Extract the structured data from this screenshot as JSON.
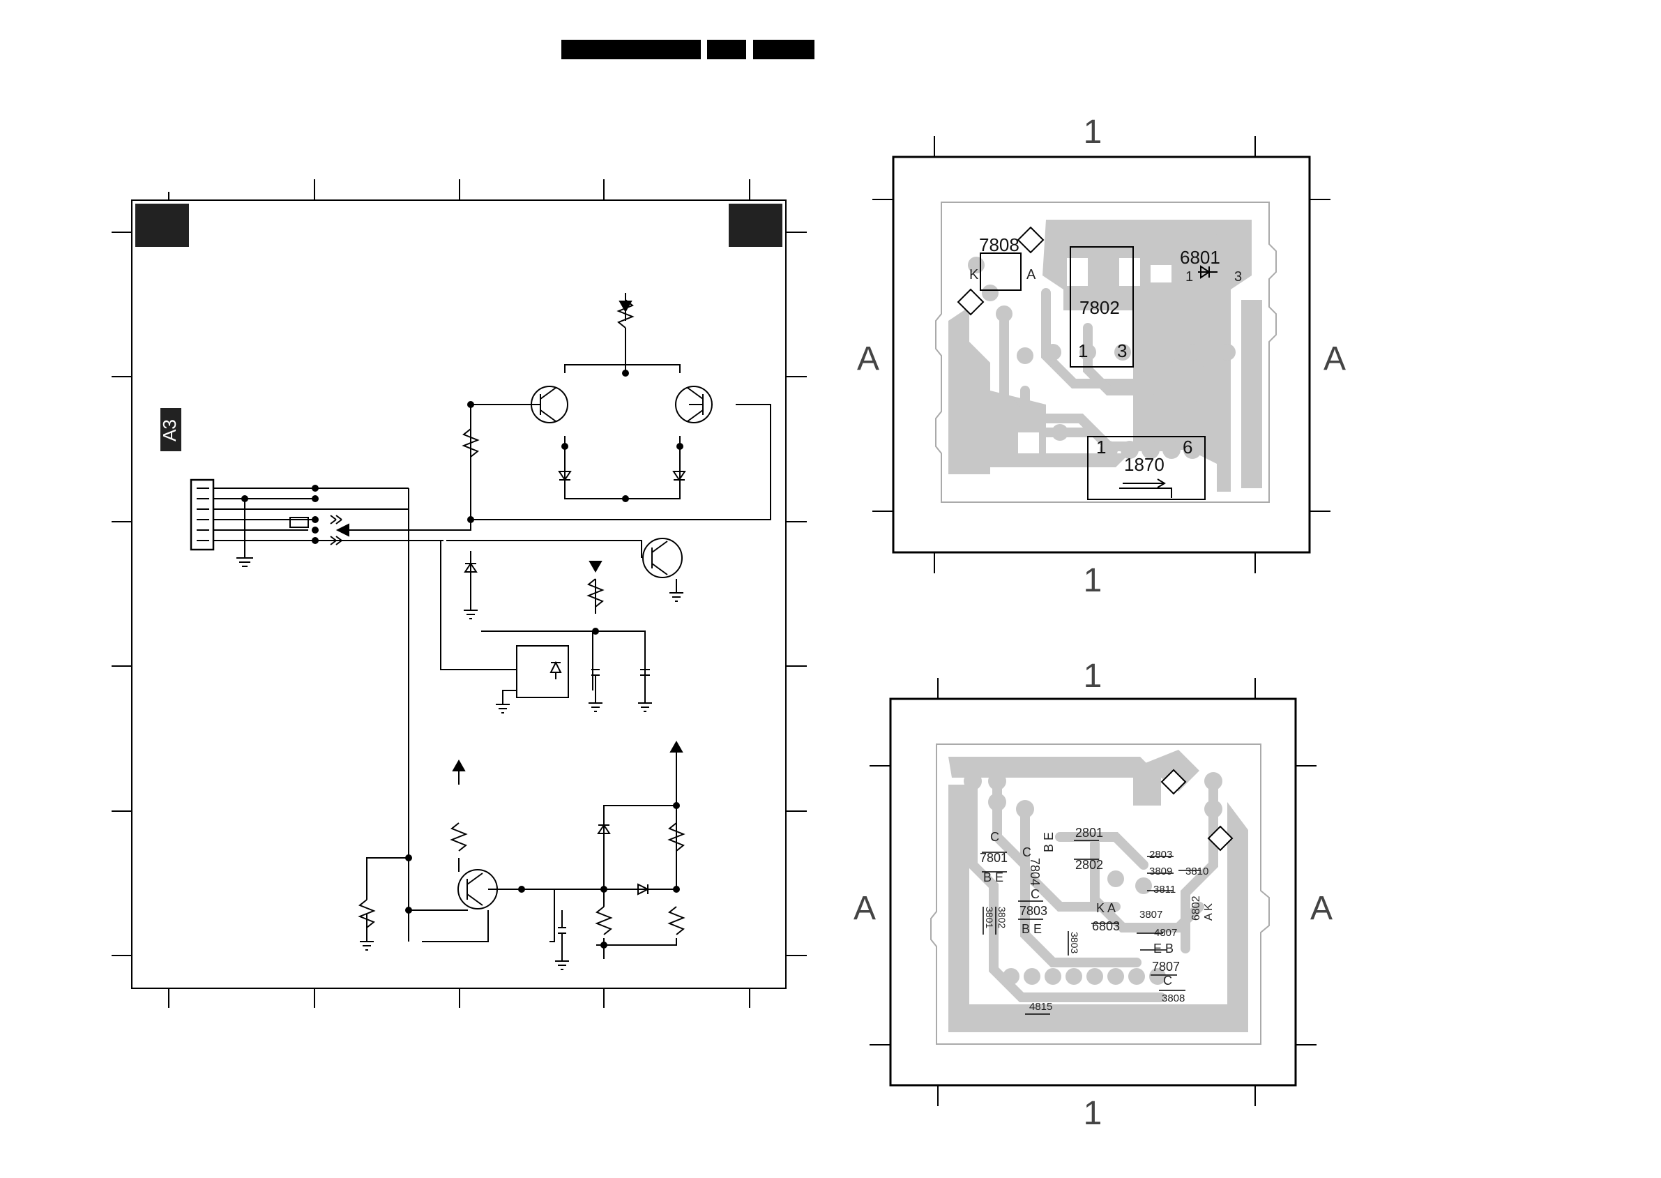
{
  "sheet_block_label": "A3",
  "figure_side": {
    "top": "1",
    "bottom": "1",
    "left": "A",
    "right": "A"
  },
  "top_layout": {
    "components": [
      {
        "ref": "7808",
        "pins": [
          "K",
          "A"
        ]
      },
      {
        "ref": "7802",
        "pins": [
          "1",
          "3"
        ]
      },
      {
        "ref": "6801",
        "pins": [
          "1",
          "3"
        ]
      },
      {
        "ref": "1870",
        "pins": [
          "1",
          "6"
        ]
      }
    ]
  },
  "bottom_layout": {
    "labels": {
      "t7801": "7801",
      "t7801_c": "C",
      "t7801_be": "B  E",
      "t7804": "7804",
      "t7804_c": "C",
      "t7804_be": "B  E",
      "t7803": "7803",
      "t7803_c": "C",
      "t7803_be": "B  E",
      "t2801": "2801",
      "t2802": "2802",
      "t6803": "6803",
      "t6803_ka": "K  A",
      "t2803": "2803",
      "t3809": "3809",
      "t3810": "3810",
      "t3811": "3811",
      "t3807": "3807",
      "t6802": "6802",
      "t6802_ak": "A  K",
      "t4807": "4807",
      "t7807": "7807",
      "t7807_eb": "E  B",
      "t7807_c": "C",
      "t3808": "3808",
      "t4815": "4815",
      "t3801": "3801",
      "t3802": "3802",
      "t3803": "3803"
    }
  }
}
